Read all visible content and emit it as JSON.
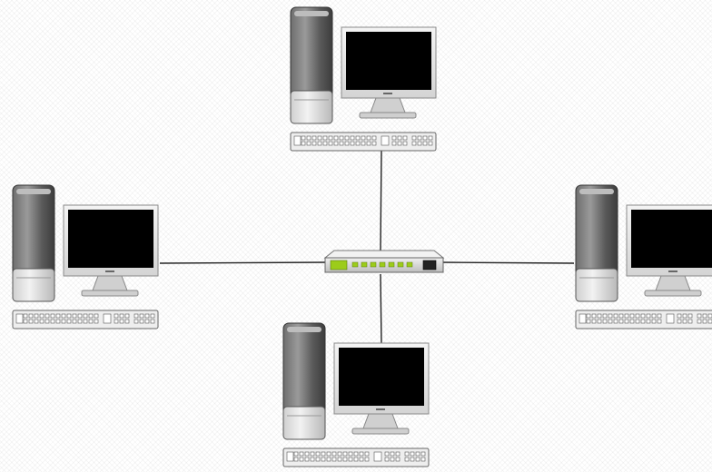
{
  "diagram": {
    "topology": "star",
    "colors": {
      "link": "#222222",
      "screen": "#000000",
      "monitor_frame": "#e9e9e9",
      "tower_dark": "#555555",
      "tower_light": "#dcdcdc",
      "switch_body": "#d9d9d9",
      "port_led": "#9ccc1a"
    },
    "hub": {
      "name": "network-switch",
      "icon": "switch-icon"
    },
    "computers": [
      {
        "id": "top",
        "icon": "desktop-computer-icon"
      },
      {
        "id": "left",
        "icon": "desktop-computer-icon"
      },
      {
        "id": "right",
        "icon": "desktop-computer-icon"
      },
      {
        "id": "bottom",
        "icon": "desktop-computer-icon"
      }
    ],
    "links": [
      {
        "from": "network-switch",
        "to": "top"
      },
      {
        "from": "network-switch",
        "to": "left"
      },
      {
        "from": "network-switch",
        "to": "right"
      },
      {
        "from": "network-switch",
        "to": "bottom"
      }
    ]
  }
}
